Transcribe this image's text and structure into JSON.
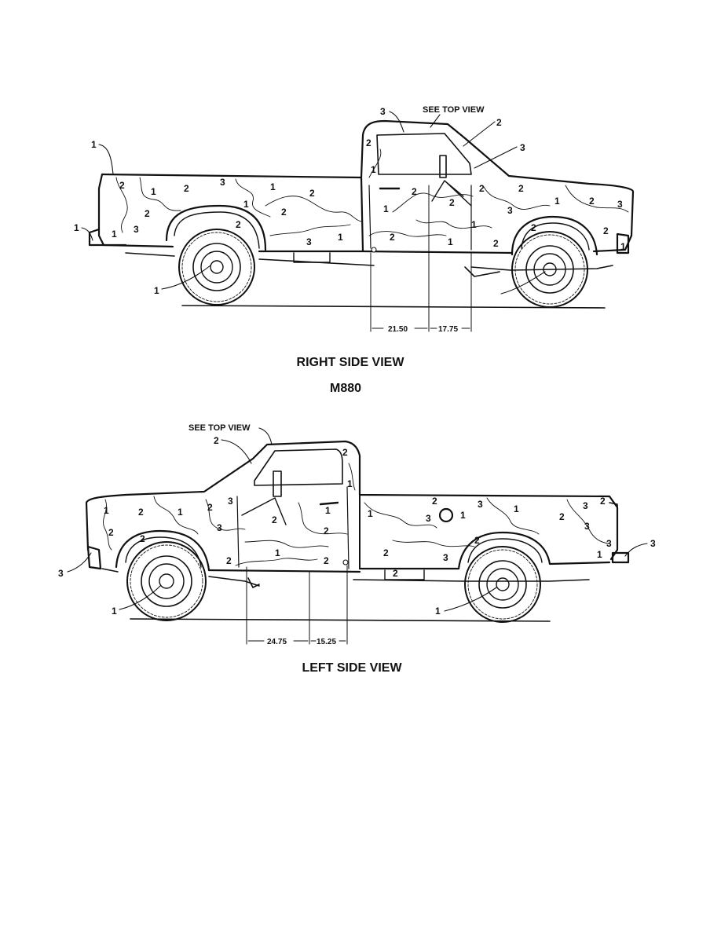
{
  "figure": {
    "title_top": "RIGHT SIDE VIEW",
    "model": "M880",
    "title_bottom": "LEFT SIDE VIEW"
  },
  "right_view": {
    "see_top_view": "SEE TOP VIEW",
    "dimensions": [
      "21.50",
      "17.75"
    ],
    "callouts": [
      "1",
      "1",
      "1",
      "3",
      "2",
      "3"
    ],
    "regions": [
      "2",
      "3",
      "1",
      "2",
      "1",
      "2",
      "1",
      "2",
      "2",
      "1",
      "1",
      "2",
      "3",
      "1",
      "3",
      "2",
      "1",
      "2",
      "2",
      "2",
      "1",
      "2",
      "2",
      "1",
      "3",
      "1",
      "2",
      "2",
      "3",
      "2",
      "1",
      "2"
    ]
  },
  "left_view": {
    "see_top_view": "SEE TOP VIEW",
    "dimensions": [
      "24.75",
      "15.25"
    ],
    "callouts": [
      "2",
      "3",
      "1",
      "1",
      "3"
    ],
    "regions": [
      "1",
      "2",
      "1",
      "2",
      "2",
      "3",
      "2",
      "3",
      "2",
      "1",
      "2",
      "2",
      "1",
      "2",
      "3",
      "1",
      "2",
      "3",
      "1",
      "2",
      "3",
      "2",
      "3",
      "2",
      "2",
      "3",
      "1",
      "1",
      "2",
      "3",
      "2",
      "1"
    ]
  }
}
